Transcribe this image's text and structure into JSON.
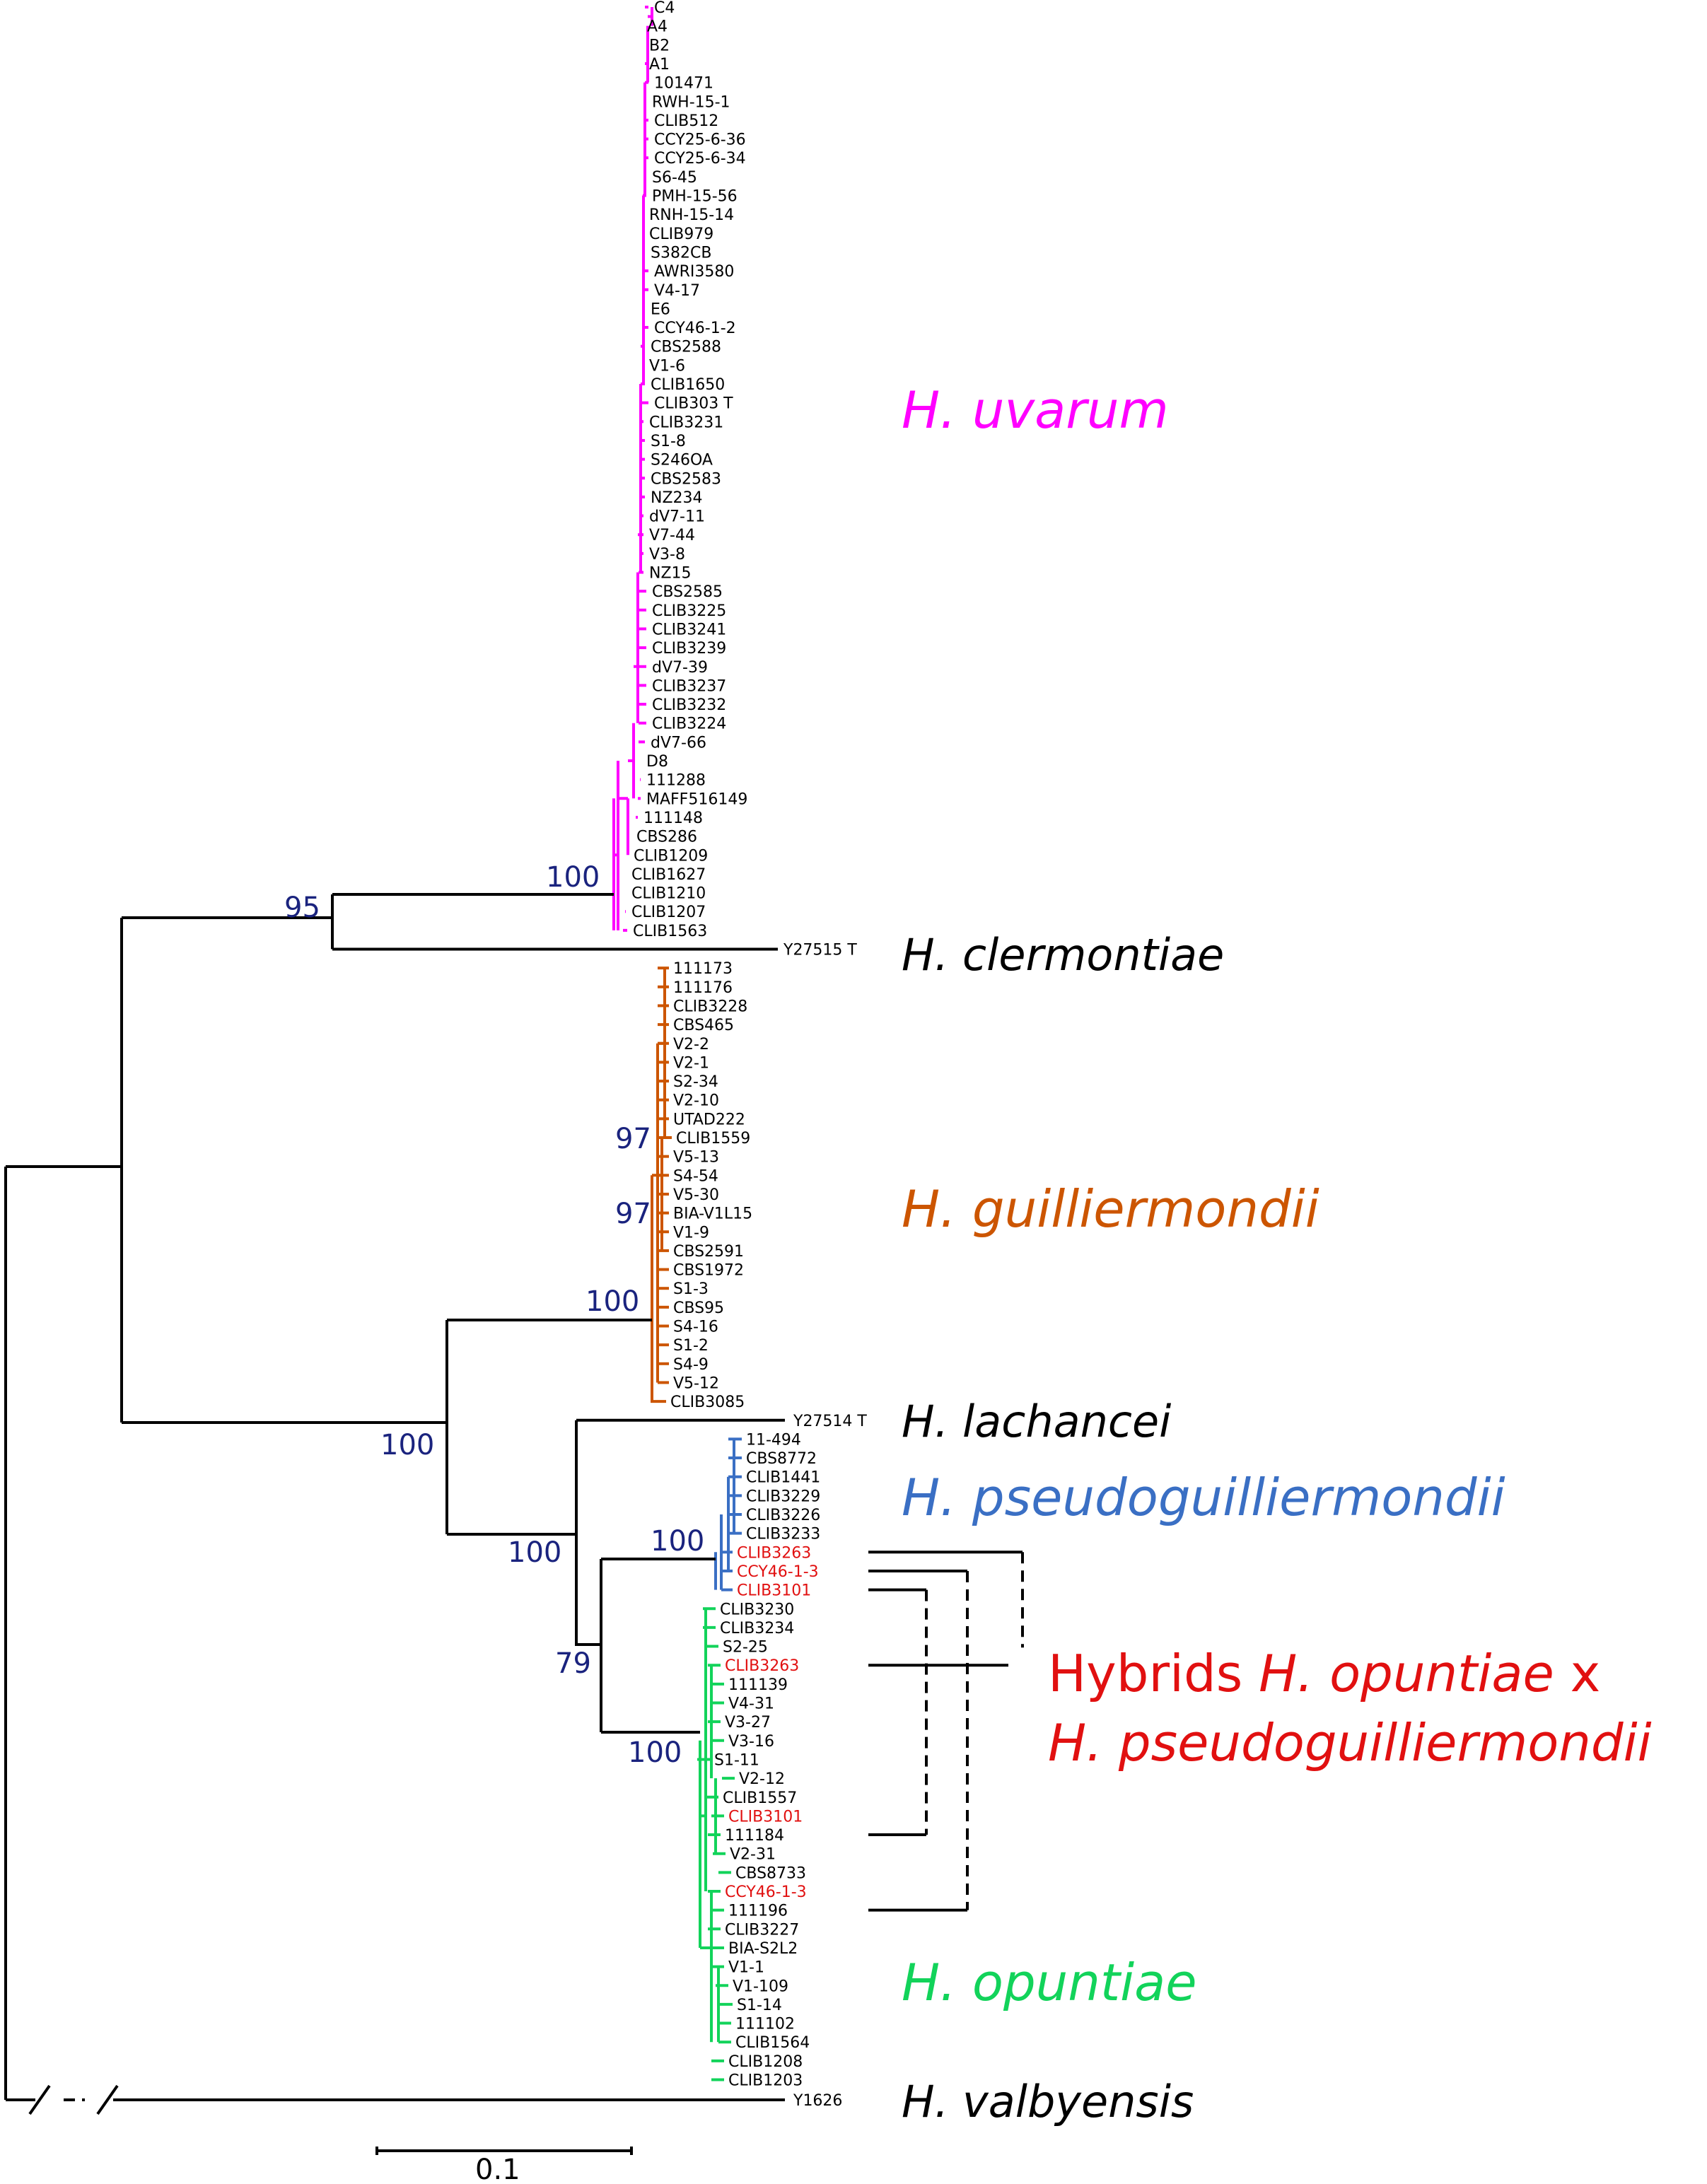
{
  "colors": {
    "uvarum": "#ff00ff",
    "guilliermondii": "#cc5500",
    "pseudoguilliermondii": "#3a6fc4",
    "opuntiae": "#12d35a",
    "hybrid": "#e11010",
    "support": "#1a237e",
    "black": "#000000"
  },
  "leaves": {
    "uvarum": [
      "C4",
      "A4",
      "B2",
      "A1",
      "101471",
      "RWH-15-1",
      "CLIB512",
      "CCY25-6-36",
      "CCY25-6-34",
      "S6-45",
      "PMH-15-56",
      "RNH-15-14",
      "CLIB979",
      "S382CB",
      "AWRI3580",
      "V4-17",
      "E6",
      "CCY46-1-2",
      "CBS2588",
      "V1-6",
      "CLIB1650",
      "CLIB303 T",
      "CLIB3231",
      "S1-8",
      "S246OA",
      "CBS2583",
      "NZ234",
      "dV7-11",
      "V7-44",
      "V3-8",
      "NZ15",
      "CBS2585",
      "CLIB3225",
      "CLIB3241",
      "CLIB3239",
      "dV7-39",
      "CLIB3237",
      "CLIB3232",
      "CLIB3224",
      "dV7-66",
      "D8",
      "111288",
      "MAFF516149",
      "111148",
      "CBS286",
      "CLIB1209",
      "CLIB1627",
      "CLIB1210",
      "CLIB1207",
      "CLIB1563"
    ],
    "clermontiae": "Y27515 T",
    "guilliermondii": [
      "111173",
      "111176",
      "CLIB3228",
      "CBS465",
      "V2-2",
      "V2-1",
      "S2-34",
      "V2-10",
      "UTAD222",
      "CLIB1559",
      "V5-13",
      "S4-54",
      "V5-30",
      "BIA-V1L15",
      "V1-9",
      "CBS2591",
      "CBS1972",
      "S1-3",
      "CBS95",
      "S4-16",
      "S1-2",
      "S4-9",
      "V5-12",
      "CLIB3085"
    ],
    "lachancei": "Y27514 T",
    "pseudoguilliermondii": [
      "11-494",
      "CBS8772",
      "CLIB1441",
      "CLIB3229",
      "CLIB3226",
      "CLIB3233"
    ],
    "pseudo_hybrids": [
      "CLIB3263",
      "CCY46-1-3",
      "CLIB3101"
    ],
    "opuntiae_top": [
      "CLIB3230",
      "CLIB3234",
      "S2-25"
    ],
    "opuntiae_hybrid_1": "CLIB3263",
    "opuntiae_mid": [
      "111139",
      "V4-31",
      "V3-27",
      "V3-16",
      "S1-11",
      "V2-12",
      "CLIB1557"
    ],
    "opuntiae_hybrid_2": "CLIB3101",
    "opuntiae_mid2": [
      "111184",
      "V2-31",
      "CBS8733"
    ],
    "opuntiae_hybrid_3": "CCY46-1-3",
    "opuntiae_bottom": [
      "111196",
      "CLIB3227",
      "BIA-S2L2",
      "V1-1",
      "V1-109",
      "S1-14",
      "111102",
      "CLIB1564",
      "CLIB1208",
      "CLIB1203"
    ],
    "valbyensis": "Y1626"
  },
  "clades": {
    "uvarum": "H. uvarum",
    "clermontiae": "H. clermontiae",
    "guilliermondii": "H. guilliermondii",
    "lachancei": "H. lachancei",
    "pseudoguilliermondii": "H. pseudoguilliermondii",
    "hybrids_prefix": "Hybrids ",
    "hybrids_italic1": "H. opuntiae",
    "hybrids_x": " x",
    "hybrids_line2": "H. pseudoguilliermondii",
    "opuntiae": "H. opuntiae",
    "valbyensis": "H. valbyensis"
  },
  "supports": {
    "uvarum_clermontiae": "95",
    "uvarum": "100",
    "guilliermondii_a": "97",
    "guilliermondii_b": "97",
    "guilliermondii": "100",
    "guil_lach_group": "100",
    "lach_group": "100",
    "pseudo": "100",
    "pseudo_opuntiae": "79",
    "opuntiae": "100"
  },
  "scale_bar": {
    "label": "0.1"
  }
}
